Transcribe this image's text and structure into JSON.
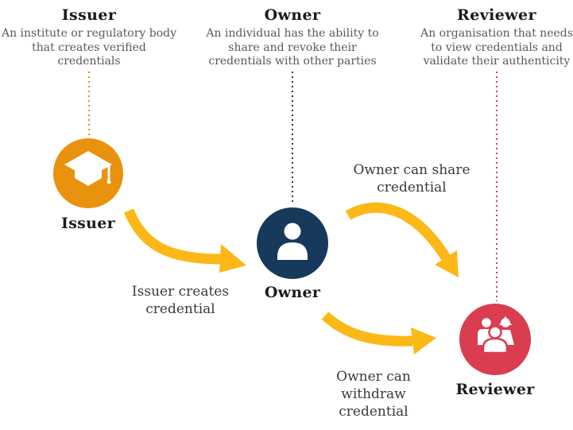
{
  "colors": {
    "issuer": "#E8920E",
    "owner": "#17395C",
    "reviewer": "#DA3D50",
    "arrow": "#FCB817",
    "icon": "#FFFFFF"
  },
  "columns": [
    {
      "title": "Issuer",
      "description": "An institute or regulatory body\nthat creates verified\ncredentials"
    },
    {
      "title": "Owner",
      "description": "An individual has the ability to\nshare and revoke their\ncredentials with other parties"
    },
    {
      "title": "Reviewer",
      "description": "An organisation that needs\nto view credentials and\nvalidate their authenticity"
    }
  ],
  "nodes": [
    {
      "label": "Issuer",
      "icon": "graduation-cap-icon"
    },
    {
      "label": "Owner",
      "icon": "person-icon"
    },
    {
      "label": "Reviewer",
      "icon": "people-group-icon"
    }
  ],
  "arrows": [
    {
      "from": "Issuer",
      "to": "Owner",
      "label": "Issuer creates\ncredential"
    },
    {
      "from": "Owner",
      "to": "Reviewer",
      "label": "Owner can share\ncredential"
    },
    {
      "from": "Owner",
      "to": "Reviewer",
      "label": "Owner can\nwithdraw\ncredential"
    }
  ]
}
